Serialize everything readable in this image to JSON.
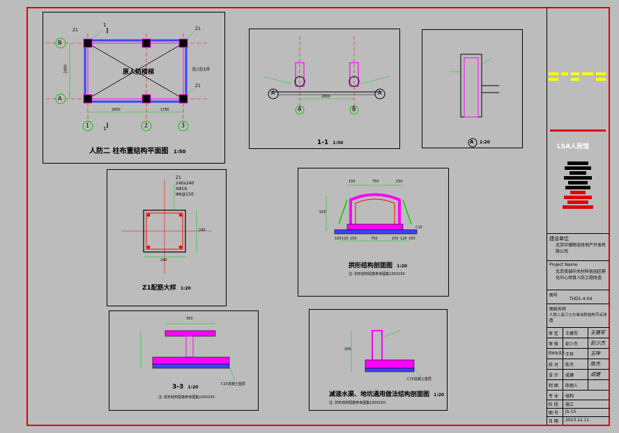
{
  "drawings": {
    "plan": {
      "title": "人防二 柱布置结构平面图",
      "scale": "1:50",
      "axis_rows": [
        "B",
        "A"
      ],
      "axis_cols": [
        "1",
        "2",
        "3"
      ],
      "column_tag": "Z1",
      "dim_span1": "2800",
      "dim_span2": "1780",
      "dim_height": "2800",
      "room_label": "原人防楼梯",
      "section_mark": "1",
      "note": "原人防主梁"
    },
    "section11": {
      "title": "1-1",
      "scale": "1:50",
      "axis_a": "A",
      "axis_b": "B",
      "dim_span": "2800",
      "bubble": "A"
    },
    "detail_a": {
      "title": "A",
      "scale": "1:20"
    },
    "column_detail": {
      "title": "Z1配筋大样",
      "scale": "1:20",
      "tag": "Z1",
      "size": "240x240",
      "bars": "4Φ16",
      "stirrup": "Φ6@150",
      "dim_w": "240",
      "dim_h": "240"
    },
    "arch_section": {
      "title": "拱形结构剖面图",
      "scale": "1:20",
      "dim_top": [
        "150",
        "750",
        "150"
      ],
      "dim_bottom": [
        "100",
        "120",
        "150",
        "750",
        "150",
        "120",
        "100"
      ],
      "dim_left": "520",
      "note_bottom": "C15",
      "footnote": "注: 拱形结构配筋参考图集100X150"
    },
    "section33": {
      "title": "3-3",
      "scale": "1:20",
      "dim_top": "350",
      "note": "C15混凝土垫层",
      "footnote": "注: 拱形结构配筋参考图集100X150"
    },
    "wall_section": {
      "title": "减速水渠、地坑通用做法结构剖面图",
      "scale": "1:20",
      "dim_left": "330",
      "note": "C15混凝土垫层",
      "footnote": "注: 拱形结构配筋参考图集100X150"
    }
  },
  "title_block": {
    "logo": "LSA人民馆",
    "company_label": "建设单位",
    "company": "北京中储物流房地产开发有限公司",
    "project_label": "Project Name",
    "project": "北京南城中关村科技园区孵化中心项目人防工程改造",
    "drawing_no_label": "图号",
    "drawing_no_value": "THD1-4-04",
    "drawing_title_label": "图纸名称",
    "drawing_title": "人防二及三小方单台阶结构节点详图",
    "rows": [
      {
        "role": "审 定",
        "name": "王建军",
        "sign": "王建军"
      },
      {
        "role": "审 核",
        "name": "彭少杰",
        "sign": "彭少杰"
      },
      {
        "role": "项目负责人",
        "name": "王梓",
        "sign": "王梓"
      },
      {
        "role": "校 对",
        "name": "陈杰",
        "sign": "陈杰"
      },
      {
        "role": "设 计",
        "name": "成健",
        "sign": "成健"
      },
      {
        "role": "制 图",
        "name": "陈丽人",
        "sign": ""
      }
    ],
    "major_label": "专 业",
    "major": "结构",
    "stage_label": "阶 段",
    "stage": "施工",
    "sheet_label": "图 号",
    "sheet": "JS-15",
    "date_label": "日 期",
    "date": "2013.12.11"
  },
  "colors": {
    "background": "#bcbcbc",
    "frame": "#e00000",
    "dimension": "#00cc00",
    "structure": "#ff00ff",
    "concrete": "#4040ff",
    "axis": "#ff0000",
    "text": "#000000"
  }
}
